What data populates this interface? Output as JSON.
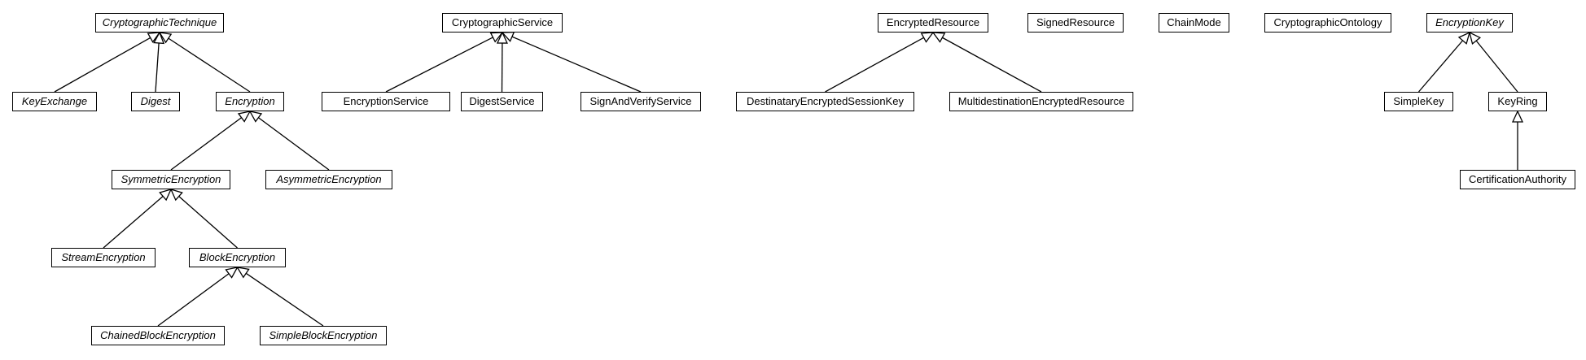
{
  "diagram": {
    "type": "uml-class-diagram",
    "colors": {
      "stroke": "#000000",
      "fill": "#ffffff",
      "text": "#000000"
    },
    "classes": [
      {
        "id": "CryptographicTechnique",
        "label": "CryptographicTechnique",
        "abstract": true
      },
      {
        "id": "KeyExchange",
        "label": "KeyExchange",
        "abstract": true
      },
      {
        "id": "Digest",
        "label": "Digest",
        "abstract": true
      },
      {
        "id": "Encryption",
        "label": "Encryption",
        "abstract": true
      },
      {
        "id": "SymmetricEncryption",
        "label": "SymmetricEncryption",
        "abstract": true
      },
      {
        "id": "AsymmetricEncryption",
        "label": "AsymmetricEncryption",
        "abstract": true
      },
      {
        "id": "StreamEncryption",
        "label": "StreamEncryption",
        "abstract": true
      },
      {
        "id": "BlockEncryption",
        "label": "BlockEncryption",
        "abstract": true
      },
      {
        "id": "ChainedBlockEncryption",
        "label": "ChainedBlockEncryption",
        "abstract": true
      },
      {
        "id": "SimpleBlockEncryption",
        "label": "SimpleBlockEncryption",
        "abstract": true
      },
      {
        "id": "CryptographicService",
        "label": "CryptographicService",
        "abstract": false
      },
      {
        "id": "EncryptionService",
        "label": "EncryptionService",
        "abstract": false
      },
      {
        "id": "DigestService",
        "label": "DigestService",
        "abstract": false
      },
      {
        "id": "SignAndVerifyService",
        "label": "SignAndVerifyService",
        "abstract": false
      },
      {
        "id": "EncryptedResource",
        "label": "EncryptedResource",
        "abstract": false
      },
      {
        "id": "DestinataryEncryptedSessionKey",
        "label": "DestinataryEncryptedSessionKey",
        "abstract": false
      },
      {
        "id": "MultidestinationEncryptedResource",
        "label": "MultidestinationEncryptedResource",
        "abstract": false
      },
      {
        "id": "SignedResource",
        "label": "SignedResource",
        "abstract": false
      },
      {
        "id": "ChainMode",
        "label": "ChainMode",
        "abstract": false
      },
      {
        "id": "CryptographicOntology",
        "label": "CryptographicOntology",
        "abstract": false
      },
      {
        "id": "EncryptionKey",
        "label": "EncryptionKey",
        "abstract": true
      },
      {
        "id": "SimpleKey",
        "label": "SimpleKey",
        "abstract": false
      },
      {
        "id": "KeyRing",
        "label": "KeyRing",
        "abstract": false
      },
      {
        "id": "CertificationAuthority",
        "label": "CertificationAuthority",
        "abstract": false
      }
    ],
    "generalizations": [
      {
        "child": "KeyExchange",
        "parent": "CryptographicTechnique"
      },
      {
        "child": "Digest",
        "parent": "CryptographicTechnique"
      },
      {
        "child": "Encryption",
        "parent": "CryptographicTechnique"
      },
      {
        "child": "SymmetricEncryption",
        "parent": "Encryption"
      },
      {
        "child": "AsymmetricEncryption",
        "parent": "Encryption"
      },
      {
        "child": "StreamEncryption",
        "parent": "SymmetricEncryption"
      },
      {
        "child": "BlockEncryption",
        "parent": "SymmetricEncryption"
      },
      {
        "child": "ChainedBlockEncryption",
        "parent": "BlockEncryption"
      },
      {
        "child": "SimpleBlockEncryption",
        "parent": "BlockEncryption"
      },
      {
        "child": "EncryptionService",
        "parent": "CryptographicService"
      },
      {
        "child": "DigestService",
        "parent": "CryptographicService"
      },
      {
        "child": "SignAndVerifyService",
        "parent": "CryptographicService"
      },
      {
        "child": "DestinataryEncryptedSessionKey",
        "parent": "EncryptedResource"
      },
      {
        "child": "MultidestinationEncryptedResource",
        "parent": "EncryptedResource"
      },
      {
        "child": "SimpleKey",
        "parent": "EncryptionKey"
      },
      {
        "child": "KeyRing",
        "parent": "EncryptionKey"
      },
      {
        "child": "CertificationAuthority",
        "parent": "KeyRing"
      }
    ]
  }
}
